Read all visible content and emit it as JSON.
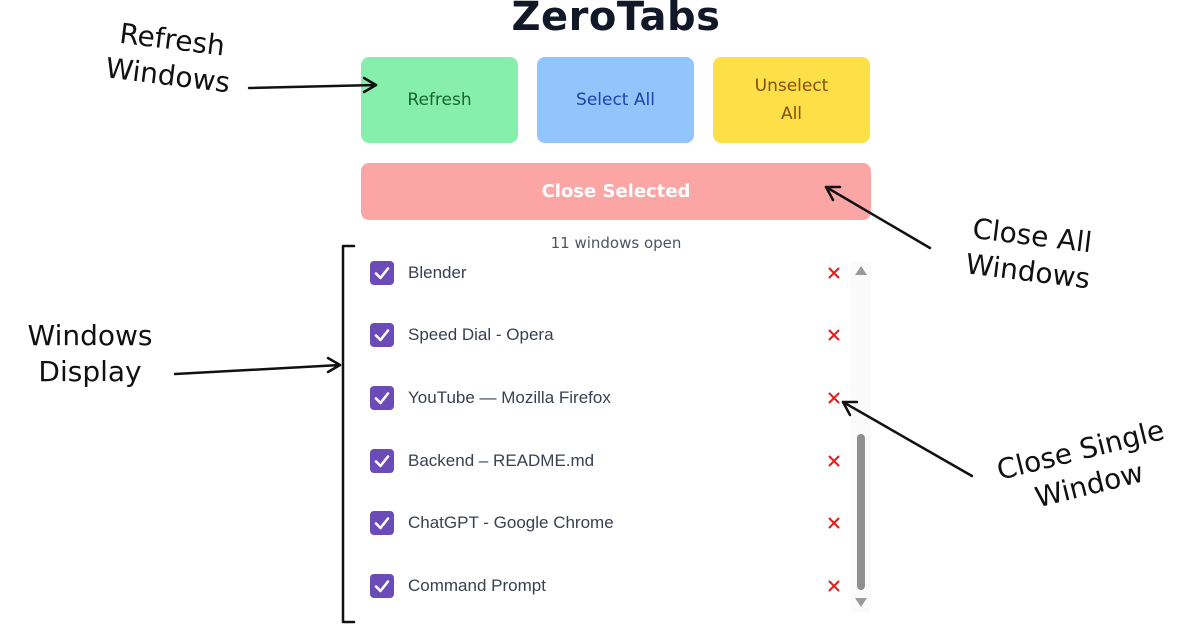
{
  "app": {
    "title": "ZeroTabs"
  },
  "toolbar": {
    "refresh_label": "Refresh",
    "select_all_label": "Select All",
    "unselect_all_label": "Unselect All",
    "close_selected_label": "Close Selected"
  },
  "status": {
    "count_text": "11 windows open"
  },
  "windows": [
    {
      "title": "Blender",
      "checked": true
    },
    {
      "title": "Speed Dial - Opera",
      "checked": true
    },
    {
      "title": "YouTube — Mozilla Firefox",
      "checked": true
    },
    {
      "title": "Backend – README.md",
      "checked": true
    },
    {
      "title": "ChatGPT - Google Chrome",
      "checked": true
    },
    {
      "title": "Command Prompt",
      "checked": true
    }
  ],
  "annotations": {
    "refresh_windows": "Refresh\nWindows",
    "close_all_windows": "Close All\nWindows",
    "windows_display": "Windows\nDisplay",
    "close_single_window": "Close Single\nWindow"
  },
  "colors": {
    "refresh_bg": "#86efac",
    "select_all_bg": "#93c5fd",
    "unselect_all_bg": "#fde047",
    "close_selected_bg": "#fca5a5",
    "checkbox": "#6b4bb8",
    "close_x": "#e11d1d"
  },
  "icons": {
    "checkbox": "check-icon",
    "close": "close-x-icon",
    "scroll_up": "arrow-up-icon",
    "scroll_down": "arrow-down-icon"
  }
}
